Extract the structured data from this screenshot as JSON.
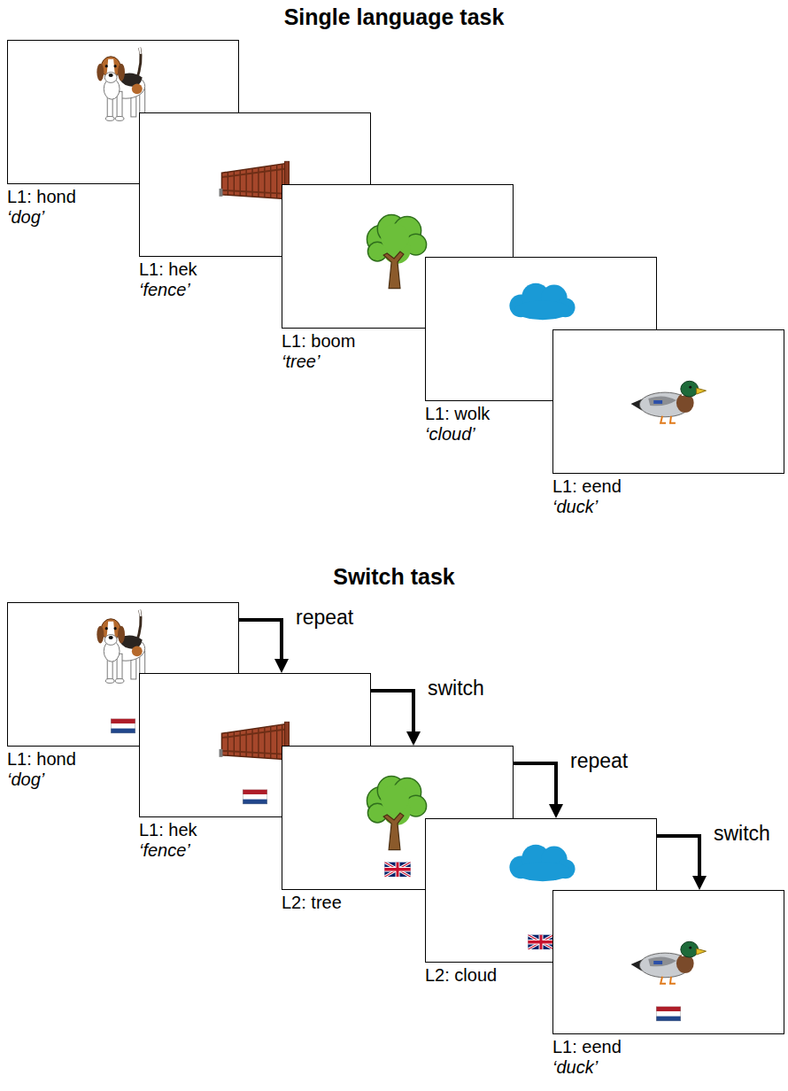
{
  "diagram": {
    "title": "Single language task",
    "nodes": [
      {
        "text": [
          "L1: hond",
          "‘dog’"
        ]
      },
      {
        "text": [
          "L1: hek",
          "‘fence’"
        ]
      },
      {
        "text": [
          "L1: boom",
          "‘tree’"
        ]
      },
      {
        "text": [
          "L1: wolk",
          "‘cloud’"
        ]
      },
      {
        "text": [
          "L1: eend",
          "‘duck’"
        ]
      },
      {
        "text": [
          "L1: hond",
          "‘dog’"
        ]
      },
      {
        "text": [
          "L1: hek",
          "‘fence’"
        ]
      },
      {
        "text": [
          "L2: tree"
        ]
      },
      {
        "text": [
          "L2: cloud"
        ]
      },
      {
        "text": [
          "L1: eend",
          "‘duck’"
        ]
      }
    ],
    "edges": [
      {
        "from": 5,
        "to": 6,
        "arrow": "to",
        "label": "repeat"
      },
      {
        "from": 6,
        "to": 7,
        "arrow": "to",
        "label": "switch"
      },
      {
        "from": 7,
        "to": 8,
        "arrow": "to",
        "label": "repeat"
      },
      {
        "from": 8,
        "to": 9,
        "arrow": "to",
        "label": "switch"
      }
    ],
    "labels": [
      "Switch task"
    ]
  }
}
